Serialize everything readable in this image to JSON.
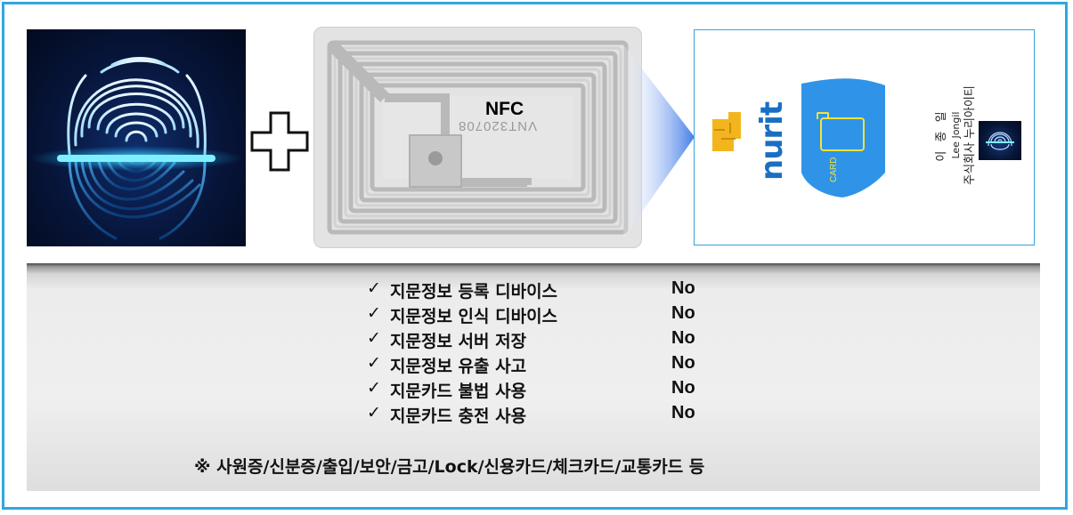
{
  "nfc": {
    "label": "NFC",
    "chip_code": "VNT320708"
  },
  "card": {
    "brand": "nurit",
    "badge": "CARD",
    "holder_korean": "이 종 일",
    "holder_english": "Lee Jongil",
    "company": "주식회사 누리아이티"
  },
  "checklist": {
    "check_glyph": "✓",
    "items": [
      {
        "label": "지문정보 등록 디바이스",
        "value": "No"
      },
      {
        "label": "지문정보 인식 디바이스",
        "value": "No"
      },
      {
        "label": "지문정보 서버 저장",
        "value": "No"
      },
      {
        "label": "지문정보 유출 사고",
        "value": "No"
      },
      {
        "label": "지문카드 불법 사용",
        "value": "No"
      },
      {
        "label": "지문카드 충전 사용",
        "value": "No"
      }
    ]
  },
  "note": "※ 사원증/신분증/출입/보안/금고/Lock/신용카드/체크카드/교통카드 등",
  "colors": {
    "frame_border": "#2ea7e0",
    "scan_line": "#44e4ff",
    "card_blue": "#2f94e8",
    "chip_gold": "#f2b51e",
    "nurit_blue": "#1b6fc2"
  }
}
